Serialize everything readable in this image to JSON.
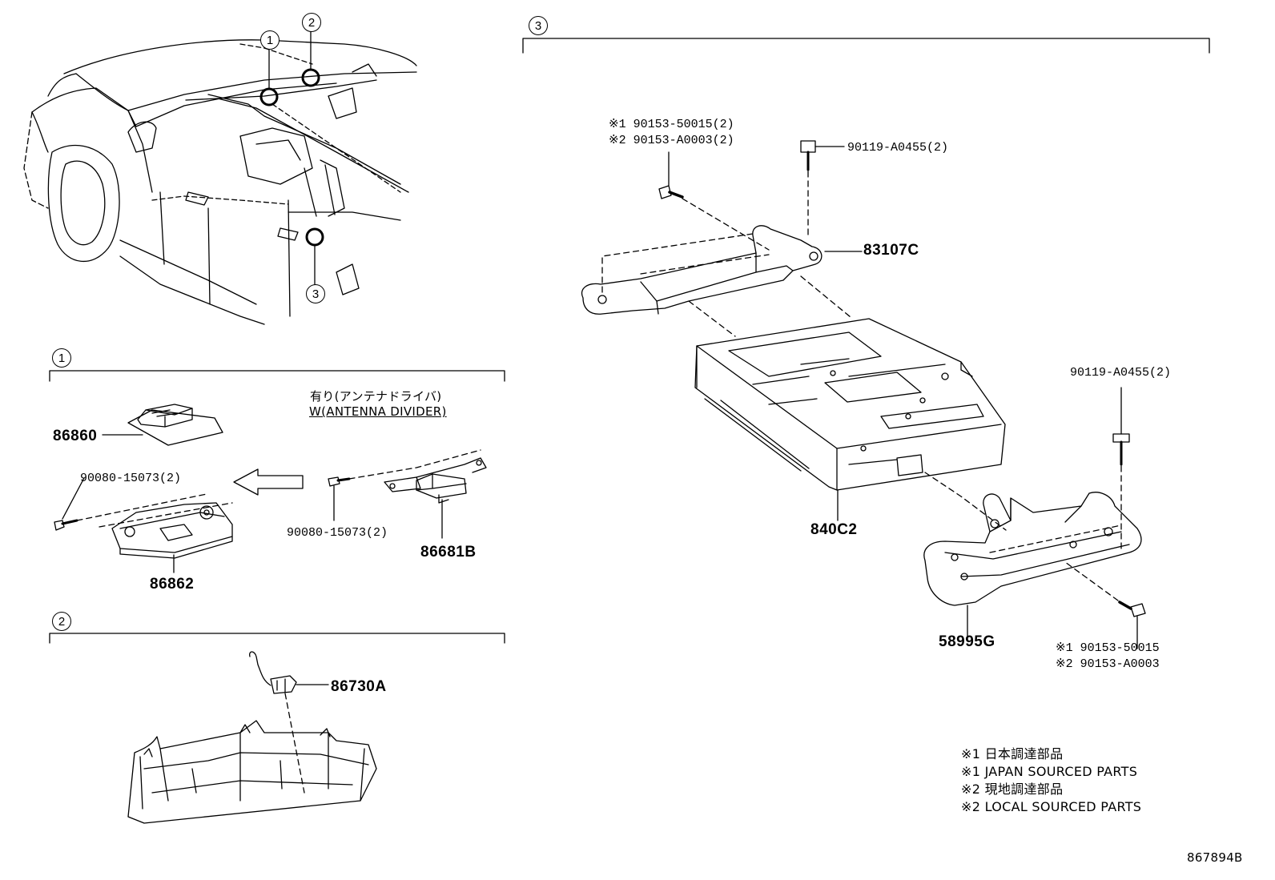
{
  "callouts": [
    "1",
    "2",
    "3"
  ],
  "option_note": {
    "jp": "有り(アンテナドライバ)",
    "en": "W(ANTENNA DIVIDER)"
  },
  "section1": {
    "parts": {
      "p86860": "86860",
      "p86862": "86862",
      "p86681B": "86681B",
      "bolt_left": "90080-15073(2)",
      "bolt_right": "90080-15073(2)"
    }
  },
  "section2": {
    "parts": {
      "p86730A": "86730A"
    }
  },
  "section3": {
    "parts": {
      "bolt_top_a": "※1 90153-50015(2)",
      "bolt_top_b": "※2 90153-A0003(2)",
      "bolt_top_right": "90119-A0455(2)",
      "p83107C": "83107C",
      "p840C2": "840C2",
      "bolt_right_top": "90119-A0455(2)",
      "p58995G": "58995G",
      "bolt_bottom_a": "※1 90153-50015",
      "bolt_bottom_b": "※2 90153-A0003"
    }
  },
  "legend": [
    "※1 日本調達部品",
    "※1 JAPAN SOURCED PARTS",
    "※2 現地調達部品",
    "※2 LOCAL SOURCED PARTS"
  ],
  "diagram_id": "867894B"
}
